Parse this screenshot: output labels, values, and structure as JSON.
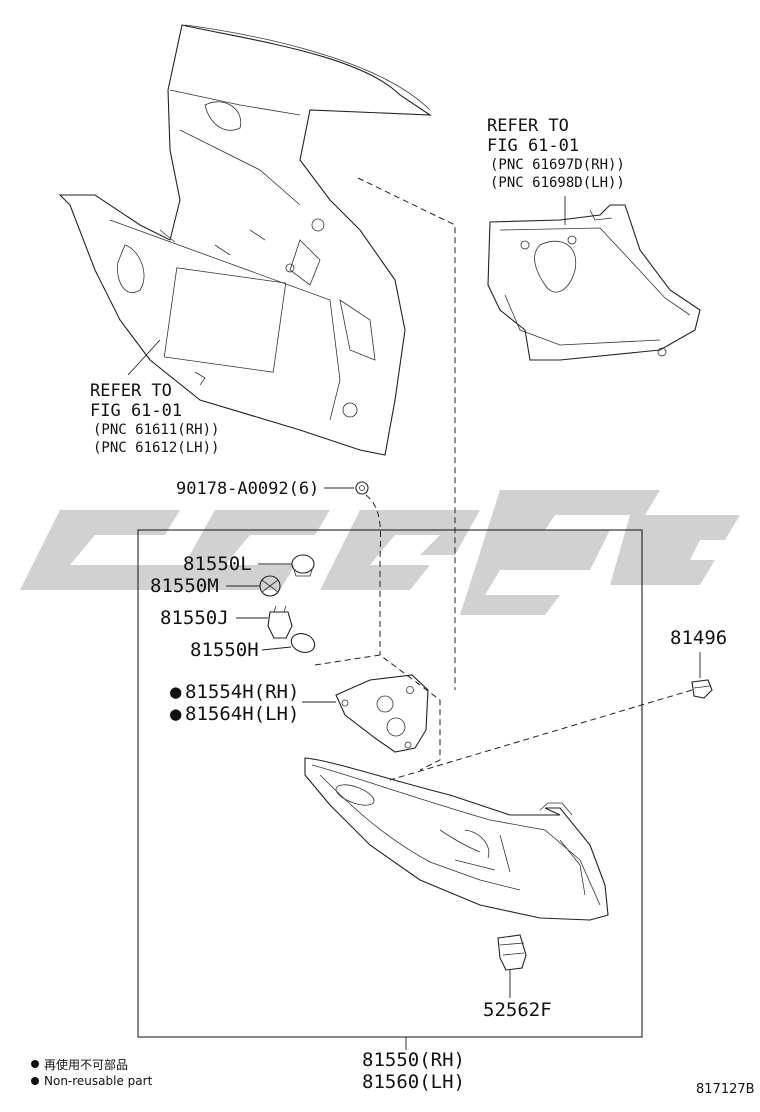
{
  "refer_upper_left": {
    "line1": "REFER TO",
    "line2": "FIG 61-01",
    "line3": "(PNC 61611(RH))",
    "line4": "(PNC 61612(LH))"
  },
  "refer_upper_right": {
    "line1": "REFER TO",
    "line2": "FIG 61-01",
    "line3": "(PNC 61697D(RH))",
    "line4": "(PNC 61698D(LH))"
  },
  "parts": {
    "p90178": "90178-A0092(6)",
    "p81550L": "81550L",
    "p81550M": "81550M",
    "p81550J": "81550J",
    "p81550H": "81550H",
    "p81554H": "81554H(RH)",
    "p81564H": "81564H(LH)",
    "p81496": "81496",
    "p52562F": "52562F",
    "p81550RH": "81550(RH)",
    "p81560LH": "81560(LH)"
  },
  "legend": {
    "line_cn": "再使用不可部品",
    "line_en": "Non-reusable part"
  },
  "figure_code": "817127B",
  "colors": {
    "line": "#222222",
    "watermark": "#c8c8c8"
  }
}
